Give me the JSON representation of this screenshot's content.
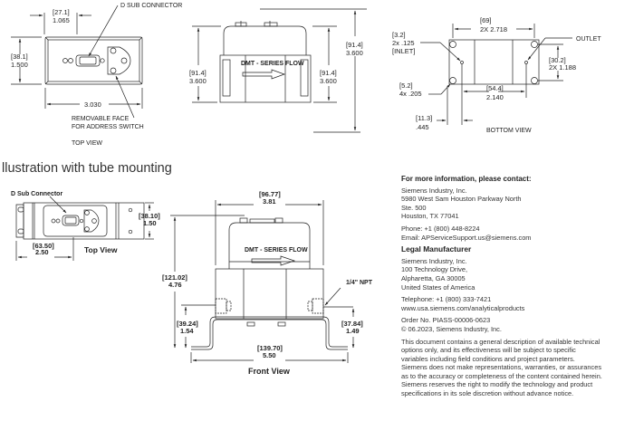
{
  "section_heading": "llustration with tube mounting",
  "top_drawings": {
    "top_view": {
      "dim_width_mm": "[27.1]",
      "dim_width_in": "1.065",
      "dim_height_mm": "[38.1]",
      "dim_height_in": "1.500",
      "dim_length_in": "3.030",
      "callout_connector": "D SUB CONNECTOR",
      "callout_face_line1": "REMOVABLE FACE",
      "callout_face_line2": "FOR ADDRESS SWITCH",
      "title": "TOP VIEW"
    },
    "side_view": {
      "body_label": "DMT - SERIES FLOW",
      "dim_left_mm": "[91.4]",
      "dim_left_in": "3.600",
      "dim_mid_mm": "[91.4]",
      "dim_mid_in": "3.600",
      "dim_right_mm": "[91.4]",
      "dim_right_in": "3.600"
    },
    "bottom_view": {
      "dim_top_mm": "[69]",
      "dim_top_in": "2X 2.718",
      "inlet_mm": "[3.2]",
      "inlet_in": "2x  .125",
      "inlet_label": "[INLET]",
      "outlet_label": "OUTLET",
      "dim_right_mm": "[30.2]",
      "dim_right_in": "2X 1.188",
      "holes_mm": "[5.2]",
      "holes_in": "4x  .205",
      "dim_mid_mm": "[54.4]",
      "dim_mid_in": "2.140",
      "dim_offset_mm": "[11.3]",
      "dim_offset_in": ".445",
      "title": "BOTTOM VIEW"
    }
  },
  "tube_drawings": {
    "top_view": {
      "callout_connector": "D Sub Connector",
      "dim_height_mm": "[38.10]",
      "dim_height_in": "1.50",
      "dim_offset_mm": "[63.50]",
      "dim_offset_in": "2.50",
      "title": "Top View"
    },
    "front_view": {
      "body_label": "DMT - SERIES FLOW",
      "dim_width_mm": "[96.77]",
      "dim_width_in": "3.81",
      "dim_height_mm": "[121.02]",
      "dim_height_in": "4.76",
      "dim_left_mm": "[39.24]",
      "dim_left_in": "1.54",
      "dim_right_mm": "[37.84]",
      "dim_right_in": "1.49",
      "dim_base_mm": "[139.70]",
      "dim_base_in": "5.50",
      "callout_npt": "1/4\" NPT",
      "title": "Front View"
    }
  },
  "contact": {
    "heading": "For more information, please contact:",
    "address": [
      "Siemens Industry, Inc.",
      "5980 West Sam Houston Parkway North",
      "Ste. 500",
      "Houston, TX 77041"
    ],
    "phone": "Phone: +1 (800) 448-8224",
    "email": "Email: APServiceSupport.us@siemens.com"
  },
  "legal": {
    "heading": "Legal Manufacturer",
    "address": [
      "Siemens Industry, Inc.",
      "100 Technology Drive,",
      "Alpharetta, GA 30005",
      "United States of America"
    ],
    "telephone": "Telephone: +1 (800) 333-7421",
    "website": "www.usa.siemens.com/analyticalproducts",
    "order_no": "Order No. PIASS-00006-0623",
    "copyright": "© 06.2023, Siemens Industry, Inc.",
    "disclaimer": [
      "This document contains a general description of available technical",
      "options only, and its effectiveness will be subject to specific",
      "variables including field conditions and project parameters.",
      "Siemens does not make representations, warranties, or assurances",
      "as to the accuracy or completeness of the content contained herein.",
      "Siemens reserves the right to modify the technology and product",
      "specifications in its sole discretion without advance notice."
    ]
  }
}
